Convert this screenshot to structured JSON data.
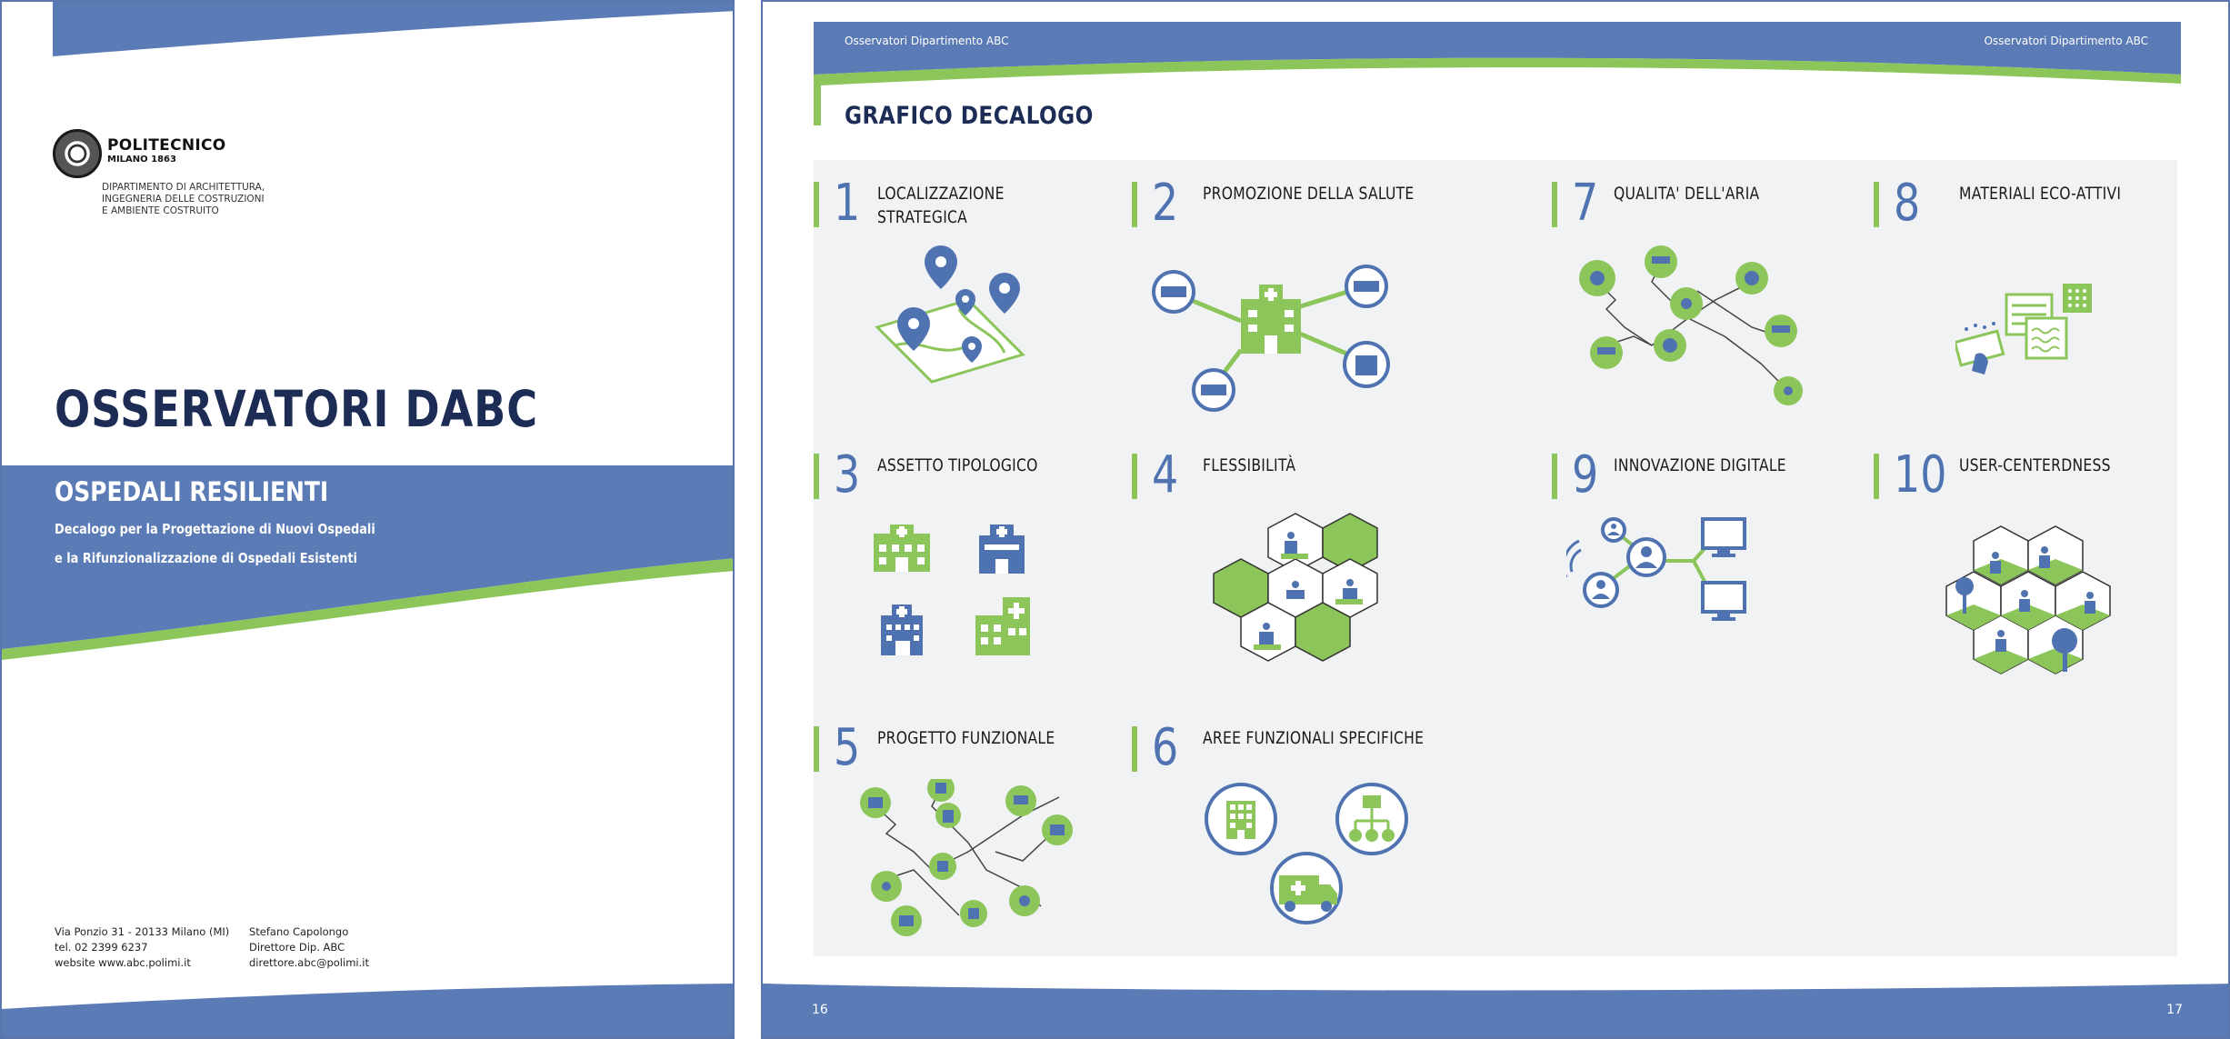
{
  "left_page": {
    "logo": {
      "name": "POLITECNICO",
      "city": "MILANO 1863"
    },
    "department": [
      "DIPARTIMENTO DI ARCHITETTURA,",
      "INGEGNERIA DELLE COSTRUZIONI",
      "E AMBIENTE COSTRUITO"
    ],
    "title": "OSSERVATORI DABC",
    "subtitle": "OSPEDALI RESILIENTI",
    "description": [
      "Decalogo per la Progettazione di Nuovi Ospedali",
      "e la Rifunzionalizzazione di Ospedali Esistenti"
    ],
    "footer_left": [
      "Via Ponzio 31 - 20133 Milano (MI)",
      "tel. 02 2399 6237",
      "website www.abc.polimi.it"
    ],
    "footer_right": [
      "Stefano Capolongo",
      "Direttore Dip. ABC",
      "direttore.abc@polimi.it"
    ]
  },
  "right_page": {
    "header_left": "Osservatori Dipartimento ABC",
    "header_right": "Osservatori Dipartimento ABC",
    "section_title": "GRAFICO DECALOGO",
    "page_left": "16",
    "page_right": "17",
    "items": [
      {
        "num": "1",
        "label": [
          "LOCALIZZAZIONE",
          "STRATEGICA"
        ],
        "icon": "map-pins-icon"
      },
      {
        "num": "2",
        "label": [
          "PROMOZIONE DELLA SALUTE"
        ],
        "icon": "hospital-network-icon"
      },
      {
        "num": "7",
        "label": [
          "QUALITA' DELL'ARIA"
        ],
        "icon": "air-network-icon"
      },
      {
        "num": "8",
        "label": [
          "MATERIALI ECO-ATTIVI"
        ],
        "icon": "materials-icon"
      },
      {
        "num": "3",
        "label": [
          "ASSETTO TIPOLOGICO"
        ],
        "icon": "hospital-buildings-icon"
      },
      {
        "num": "4",
        "label": [
          "FLESSIBILITÀ"
        ],
        "icon": "flexible-cubes-icon"
      },
      {
        "num": "9",
        "label": [
          "INNOVAZIONE DIGITALE"
        ],
        "icon": "digital-network-icon"
      },
      {
        "num": "10",
        "label": [
          "USER-CENTERDNESS"
        ],
        "icon": "user-cubes-icon"
      },
      {
        "num": "5",
        "label": [
          "PROGETTO FUNZIONALE"
        ],
        "icon": "functional-network-icon"
      },
      {
        "num": "6",
        "label": [
          "AREE FUNZIONALI SPECIFICHE"
        ],
        "icon": "functional-areas-icon"
      }
    ]
  },
  "colors": {
    "blue": "#5a7bb5",
    "green": "#8cc55a",
    "navy": "#1c2c55",
    "panel": "#f1f2f4"
  }
}
